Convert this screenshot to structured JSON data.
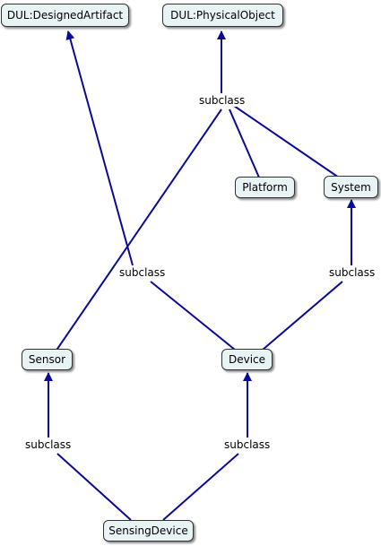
{
  "concepts": {
    "designed_artifact": "DUL:DesignedArtifact",
    "physical_object": "DUL:PhysicalObject",
    "platform": "Platform",
    "system": "System",
    "sensor": "Sensor",
    "device": "Device",
    "sensing_device": "SensingDevice"
  },
  "relations": {
    "r1": "subclass",
    "r2": "subclass",
    "r3": "subclass",
    "r4": "subclass",
    "r5": "subclass"
  },
  "colors": {
    "arrow": "#0a0a96",
    "node_fill": "#e8f3f6",
    "node_border": "#333333"
  }
}
